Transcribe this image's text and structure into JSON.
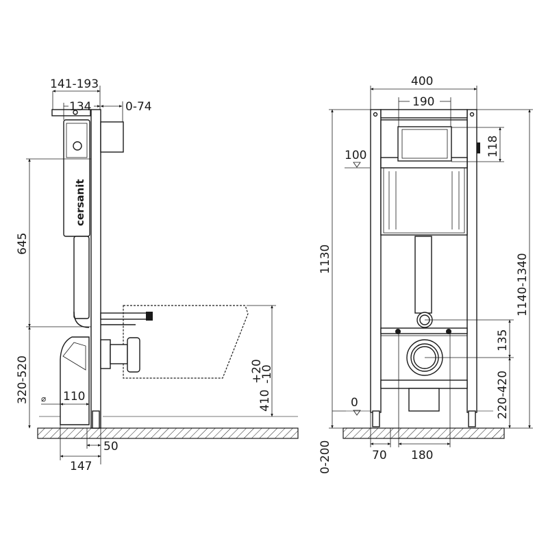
{
  "side_view": {
    "brand_logo": "cersanit",
    "dimensions": {
      "depth_total": "141-193",
      "depth_cistern": "134",
      "plate_offset": "0-74",
      "height_645": "645",
      "height_320_520": "320-520",
      "bowl_height_base": "410",
      "bowl_height_plus": "+20",
      "bowl_height_minus": "-10",
      "pipe_diameter_symbol": "⌀",
      "pipe_diameter": "110",
      "foot_depth": "50",
      "base_depth": "147"
    }
  },
  "front_view": {
    "dimensions": {
      "frame_width": "400",
      "plate_width": "190",
      "plate_height": "118",
      "level_100": "100",
      "frame_height": "1130",
      "total_height": "1140-1340",
      "outlet_spacing": "135",
      "outlet_height": "220-420",
      "level_0": "0",
      "foot_adjust": "0-200",
      "foot_width": "70",
      "bolt_spacing": "180"
    }
  }
}
